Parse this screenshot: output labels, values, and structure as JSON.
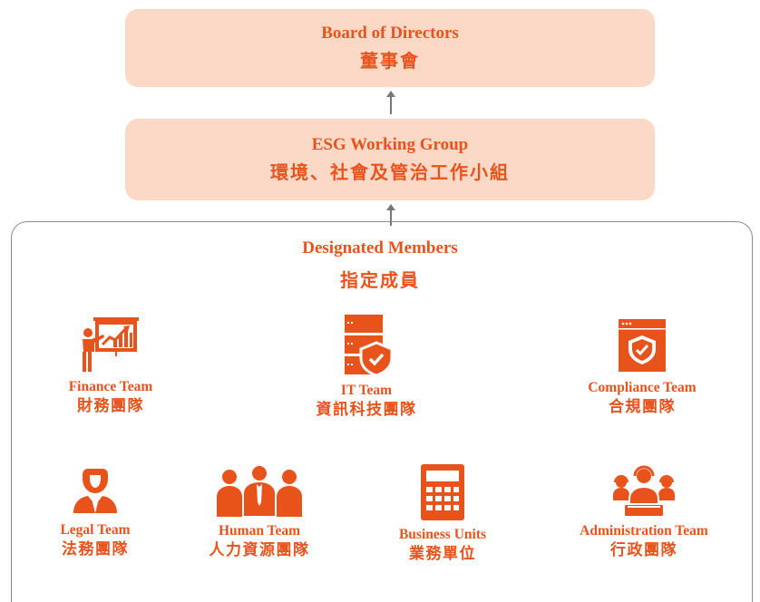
{
  "colors": {
    "accent": "#e8531c",
    "box_fill": "#fcd9c6",
    "border": "#8c8c8c"
  },
  "board": {
    "en": "Board of Directors",
    "zh": "董事會"
  },
  "esg": {
    "en": "ESG Working Group",
    "zh": "環境、社會及管治工作小組"
  },
  "members": {
    "en": "Designated Members",
    "zh": "指定成員"
  },
  "teams": [
    {
      "en": "Finance Team",
      "zh": "財務團隊",
      "icon": "presentation-chart-icon"
    },
    {
      "en": "IT Team",
      "zh": "資訊科技團隊",
      "icon": "server-shield-icon"
    },
    {
      "en": "Compliance Team",
      "zh": "合規團隊",
      "icon": "browser-shield-icon"
    },
    {
      "en": "Legal Team",
      "zh": "法務團隊",
      "icon": "lawyer-icon"
    },
    {
      "en": "Human Team",
      "zh": "人力資源團隊",
      "icon": "people-group-icon"
    },
    {
      "en": "Business Units",
      "zh": "業務單位",
      "icon": "calculator-icon"
    },
    {
      "en": "Administration Team",
      "zh": "行政團隊",
      "icon": "support-staff-icon"
    }
  ]
}
